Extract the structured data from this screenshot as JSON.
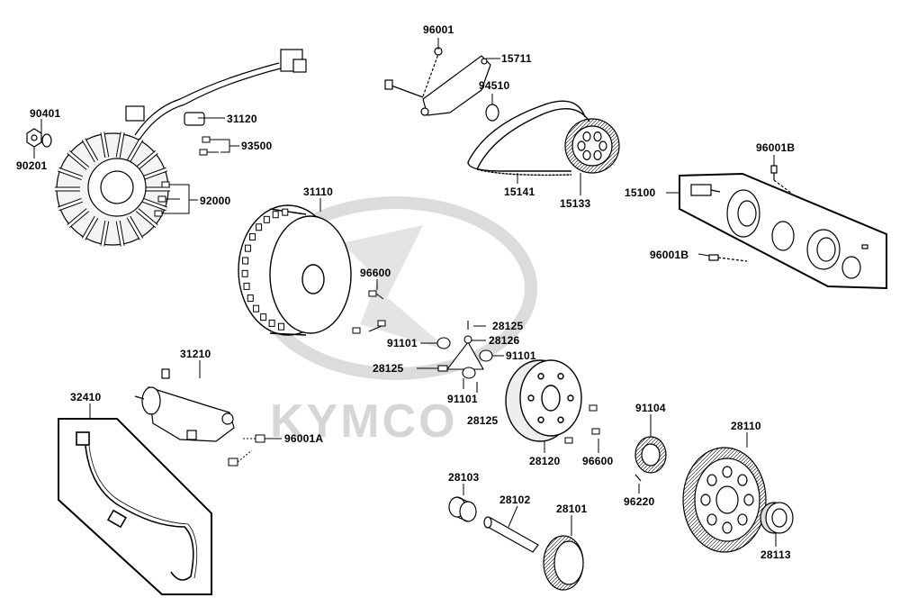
{
  "watermark": {
    "text": "KYMCO",
    "color": "#d0d0d0"
  },
  "line_color": "#000000",
  "parts": {
    "p96001_top": "96001",
    "p15711": "15711",
    "p94510": "94510",
    "p90401": "90401",
    "p90201": "90201",
    "p31120": "31120",
    "p93500": "93500",
    "p92000": "92000",
    "p31110": "31110",
    "p15141": "15141",
    "p15133": "15133",
    "p96001B_top": "96001B",
    "p15100": "15100",
    "p96001B_bot": "96001B",
    "p96600_top": "96600",
    "p28125_a": "28125",
    "p28126": "28126",
    "p91101_a": "91101",
    "p91101_b": "91101",
    "p28125_b": "28125",
    "p91101_c": "91101",
    "p28125_c": "28125",
    "p31210": "31210",
    "p32410": "32410",
    "p96001A": "96001A",
    "p28120": "28120",
    "p96600_bot": "96600",
    "p91104": "91104",
    "p28110": "28110",
    "p96220": "96220",
    "p28103": "28103",
    "p28102": "28102",
    "p28101": "28101",
    "p28113": "28113"
  }
}
